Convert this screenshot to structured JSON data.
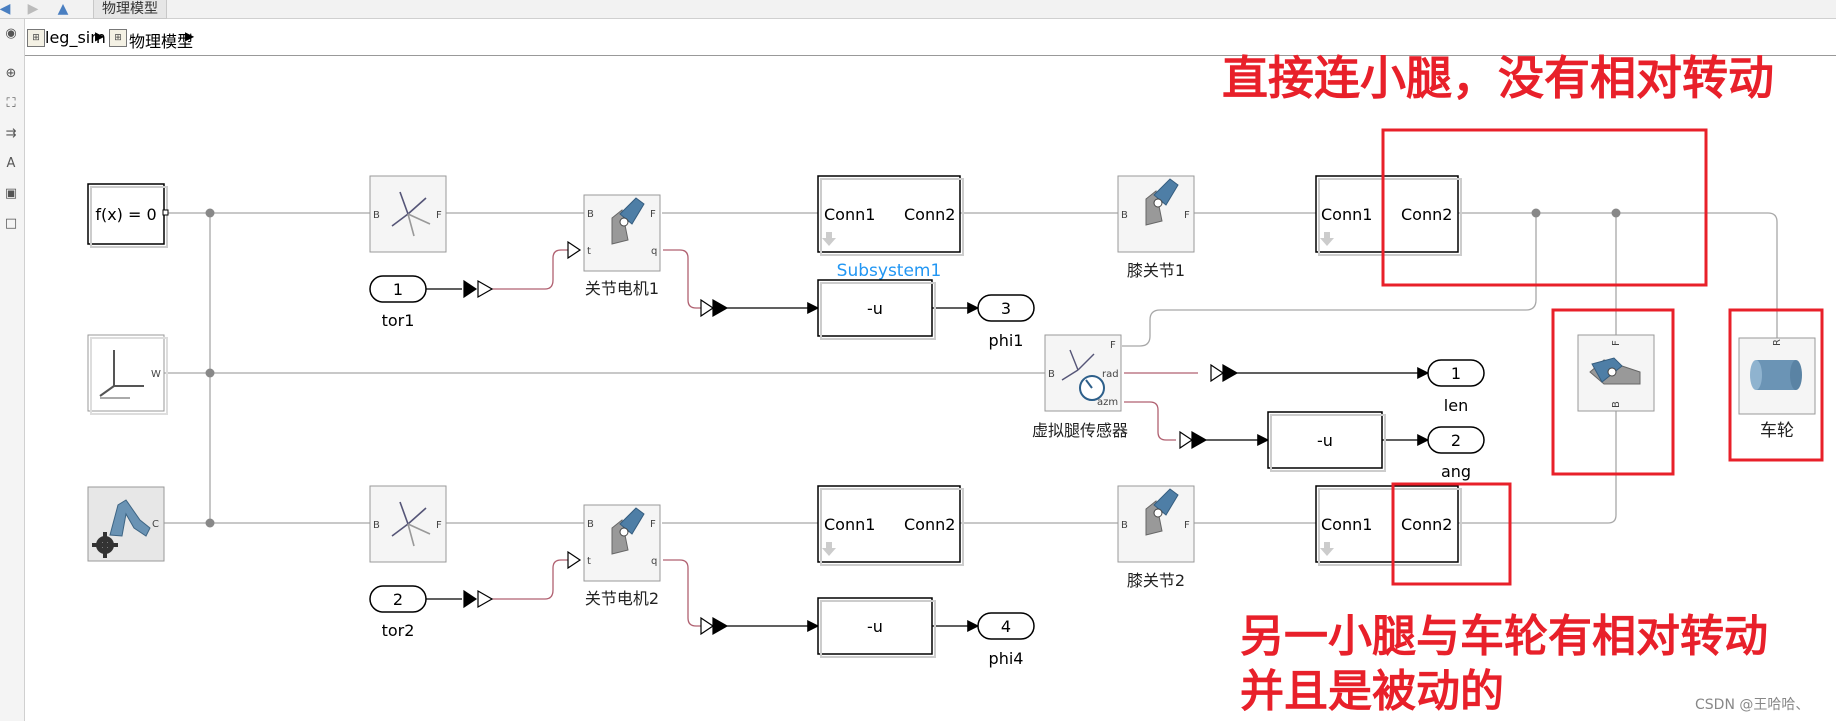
{
  "window": {
    "tab_title": "物理模型"
  },
  "breadcrumb": {
    "root": "leg_sim",
    "current": "物理模型"
  },
  "blocks": {
    "solver": "f(x) = 0",
    "world_port": "W",
    "mech_config_port": "C",
    "transform_port_b": "B",
    "transform_port_f": "F",
    "joint_port_t": "t",
    "joint_port_q": "q",
    "motor1": "关节电机1",
    "motor2": "关节电机2",
    "subsystem1": "Subsystem1",
    "conn1": "Conn1",
    "conn2": "Conn2",
    "knee1": "膝关节1",
    "knee2": "膝关节2",
    "sensor": "虚拟腿传感器",
    "sensor_rad": "rad",
    "sensor_azm": "azm",
    "gain": "-u",
    "wheel": "车轮",
    "wheel_port": "R"
  },
  "ports": {
    "in1_num": "1",
    "in1_name": "tor1",
    "in2_num": "2",
    "in2_name": "tor2",
    "out3_num": "3",
    "out3_name": "phi1",
    "out4_num": "4",
    "out4_name": "phi4",
    "out1_num": "1",
    "out1_name": "len",
    "out2_num": "2",
    "out2_name": "ang"
  },
  "annotations": {
    "top": "直接连小腿，没有相对转动",
    "bottom_line1": "另一小腿与车轮有相对转动",
    "bottom_line2": "并且是被动的"
  },
  "colors": {
    "annotation": "#e8202a",
    "physical_line": "#a8a8a8",
    "signal_line": "#000000",
    "pmodel_line": "#b06070",
    "subsystem_label": "#2196f3"
  },
  "watermark": "CSDN @王哈哈、"
}
